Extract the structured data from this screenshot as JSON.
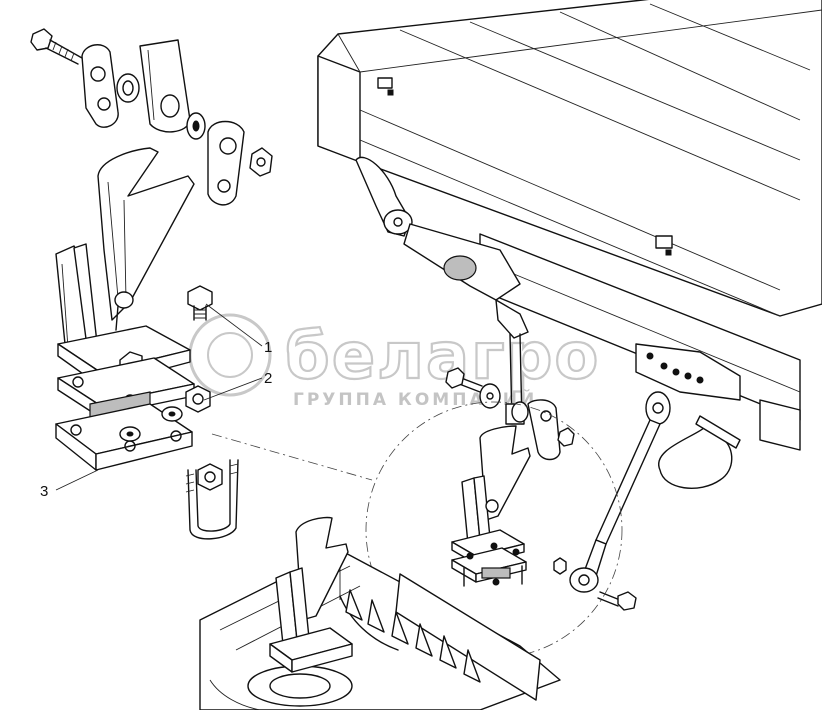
{
  "callouts": [
    {
      "id": "1",
      "label": "1"
    },
    {
      "id": "2",
      "label": "2"
    },
    {
      "id": "3",
      "label": "3"
    }
  ],
  "watermark": {
    "brand": "белагро",
    "subtitle": "ГРУППА КОМПАНИЙ"
  },
  "corner_mark": "~--",
  "colors": {
    "line": "#111111",
    "watermark": "#c8c8c8",
    "background": "#ffffff"
  }
}
